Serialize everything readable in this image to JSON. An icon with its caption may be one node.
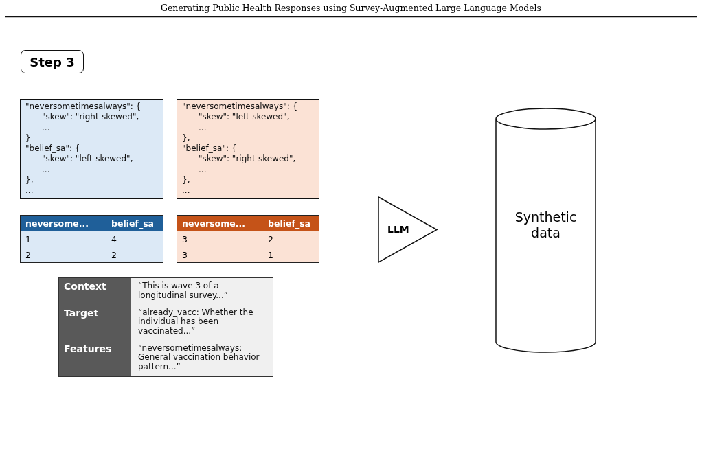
{
  "diagram": {
    "title": "Generating Public Health Responses using Survey-Augmented Large Language Models",
    "nodes": [
      {
        "text": [
          "Step 3"
        ]
      },
      {
        "text": [
          "\"neversometimesalways\": {",
          "\"skew\": \"right-skewed\",",
          "...",
          "}",
          "\"belief_sa\": {",
          "\"skew\": \"left-skewed\",",
          "...",
          "},",
          "..."
        ]
      },
      {
        "text": [
          "\"neversometimesalways\": {",
          "\"skew\": \"left-skewed\",",
          "...",
          "},",
          "\"belief_sa\": {",
          "\"skew\": \"right-skewed\",",
          "...",
          "},",
          "..."
        ]
      },
      {
        "text": [
          "neversome...",
          "belief_sa",
          "1",
          "4",
          "2",
          "2"
        ]
      },
      {
        "text": [
          "neversome...",
          "belief_sa",
          "3",
          "2",
          "3",
          "1"
        ]
      },
      {
        "text": [
          "Context",
          "“This is wave 3 of a longitudinal survey...”",
          "Target",
          "“already_vacc: Whether the individual has been vaccinated...”",
          "Features",
          "“neversometimesalways: General vaccination behavior pattern...”"
        ]
      },
      {
        "text": [
          "LLM"
        ]
      },
      {
        "text": [
          "Synthetic data"
        ]
      }
    ]
  }
}
